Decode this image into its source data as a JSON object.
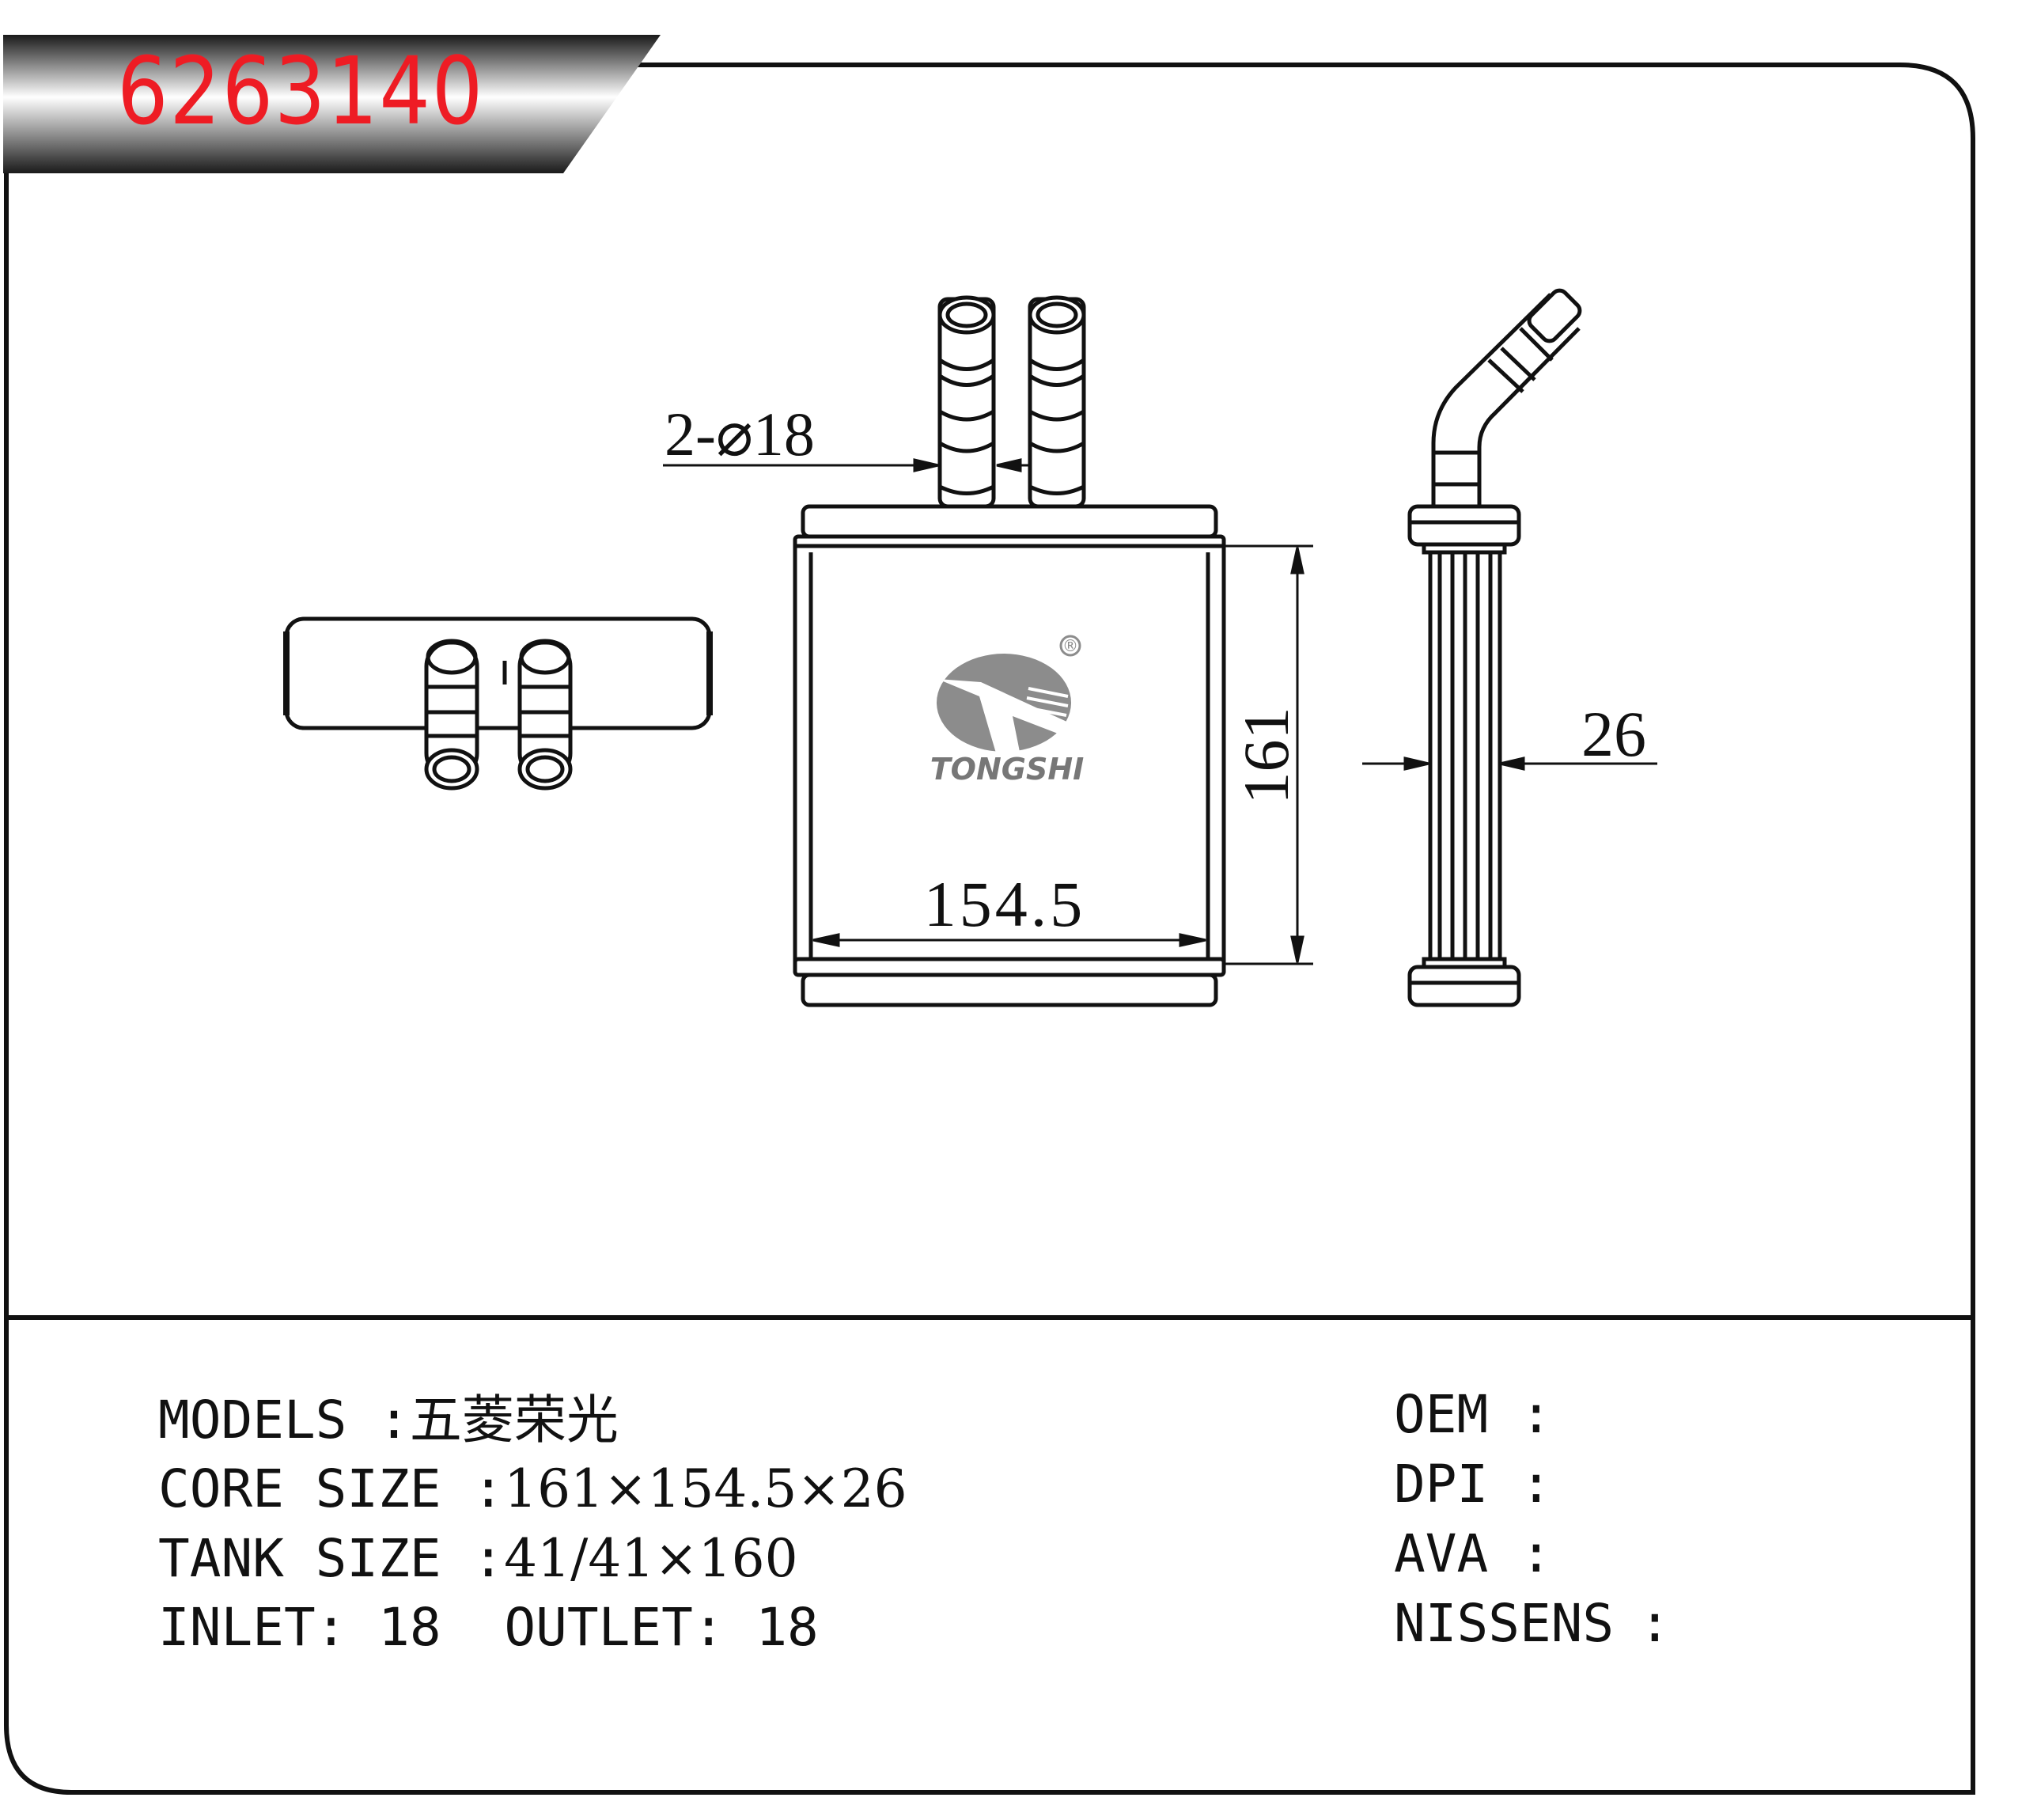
{
  "part_number": "6263140",
  "brand": {
    "logo_text": "TONGSHI",
    "registered_mark": "®",
    "logo_icon": "tongshi-logo-icon"
  },
  "dimensions": {
    "pipes": "2-⌀18",
    "core_width": "154.5",
    "core_height": "161",
    "core_depth": "26"
  },
  "specs": [
    {
      "label": "MODELS :",
      "value": "五菱荣光"
    },
    {
      "label": "CORE SIZE :",
      "value": "161×154.5×26"
    },
    {
      "label": "TANK SIZE :",
      "value": "41/41×160"
    }
  ],
  "ports": {
    "inlet_label": "INLET:",
    "inlet_value": "18",
    "outlet_label": "OUTLET:",
    "outlet_value": "18"
  },
  "references": [
    {
      "label": "OEM",
      "sep": ":"
    },
    {
      "label": "DPI",
      "sep": ":"
    },
    {
      "label": "AVA",
      "sep": ":"
    },
    {
      "label": "NISSENS",
      "sep": ":"
    }
  ],
  "colors": {
    "part_number": "#ee1c24",
    "outline": "#111111",
    "logo_grey": "#8c8c8c"
  }
}
